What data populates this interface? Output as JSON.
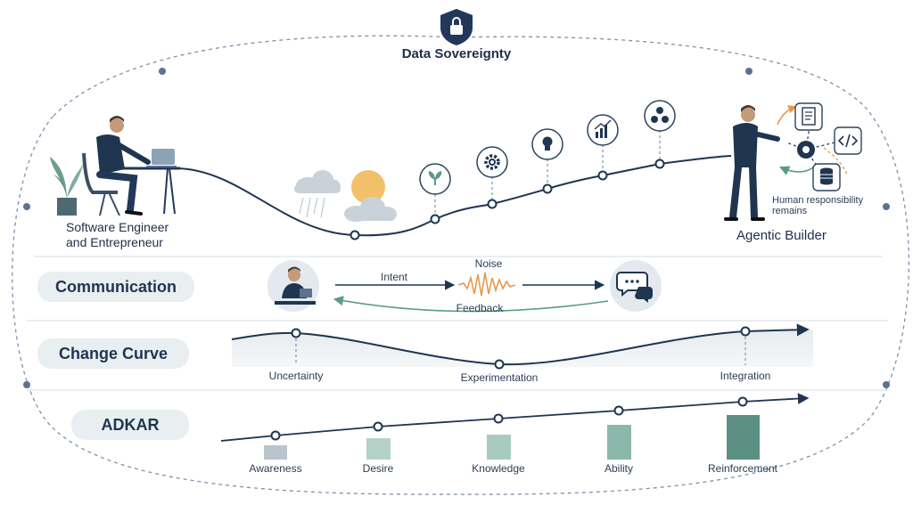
{
  "header": {
    "title": "Data Sovereignty"
  },
  "journey": {
    "start_label_line1": "Software Engineer",
    "start_label_line2": "and Entrepreneur",
    "end_label": "Agentic Builder",
    "note_line1": "Human responsibility",
    "note_line2": "remains"
  },
  "communication": {
    "label": "Communication",
    "intent": "Intent",
    "noise": "Noise",
    "feedback": "Feedback"
  },
  "change_curve": {
    "label": "Change Curve",
    "stages": [
      "Uncertainty",
      "Experimentation",
      "Integration"
    ]
  },
  "adkar": {
    "label": "ADKAR",
    "stages": [
      "Awareness",
      "Desire",
      "Knowledge",
      "Ability",
      "Reinforcement"
    ]
  },
  "colors": {
    "navy": "#1f3550",
    "teal": "#5b9a8b",
    "orange": "#e59a4a",
    "sun": "#f3c06a",
    "pill_bg": "#e9eef1"
  },
  "icons": [
    "lock-icon",
    "cloud-rain-icon",
    "sun-cloud-icon",
    "sprout-icon",
    "gear-icon",
    "lightbulb-icon",
    "bar-chart-icon",
    "network-icon",
    "document-icon",
    "code-icon",
    "database-icon",
    "chat-icon"
  ]
}
